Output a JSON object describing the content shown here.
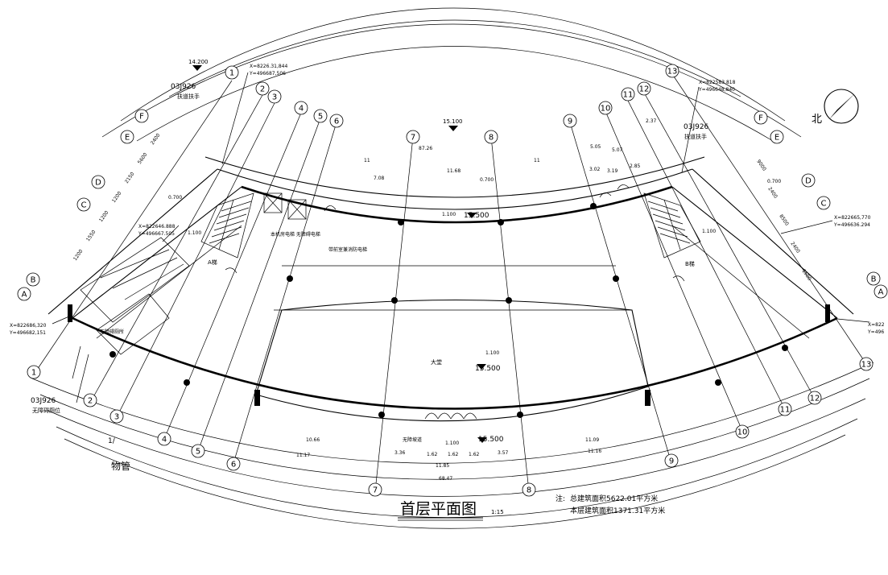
{
  "drawing": {
    "title": "首层平面图",
    "scale": "1:15",
    "note_label": "注:",
    "note_total_area": "总建筑面积5622.01平方米",
    "note_floor_area": "本层建筑面积1371.31平方米",
    "north_label": "北",
    "corner_text_1": "1/",
    "corner_text_2": "物管"
  },
  "elevations": {
    "top_left": "14.200",
    "top_center": "15.100",
    "center_floor": "15.500",
    "hall_floor": "15.500",
    "bottom_center": "15.500"
  },
  "level_marks": [
    "0.700",
    "1.100",
    "0.700",
    "1.100",
    "0.700",
    "1.100",
    "1.100",
    "1.100"
  ],
  "references": {
    "left_top_code": "03J926",
    "left_top_label": "扶道扶手",
    "right_top_code": "03J926",
    "right_top_label": "扶道扶手",
    "left_bottom_code": "03J926",
    "left_bottom_label": "无障碍厕位"
  },
  "rooms": {
    "lobby": "大堂",
    "stair_a": "A梯",
    "stair_b": "B梯",
    "elevator_note": "本机房电梯\n无障碍电梯",
    "firefighter_elevator": "带前室兼消防电梯",
    "ramp": "无障坡道",
    "toilet_f": "无障碍厕所"
  },
  "coordinates": {
    "top_left": [
      "X=8226.31,844",
      "Y=496687,506"
    ],
    "left_mid": [
      "X=822646.888",
      "Y=496667.505"
    ],
    "left_low": [
      "X=822686,320",
      "Y=496682,151"
    ],
    "top_right": [
      "X=822583.818",
      "Y=496648,840"
    ],
    "right_mid": [
      "X=822665,770",
      "Y=496636.294"
    ],
    "right_low": [
      "X=822",
      "Y=496"
    ]
  },
  "axes": {
    "number_top": [
      "1",
      "2",
      "3",
      "4",
      "5",
      "6",
      "7",
      "8",
      "9",
      "10",
      "11",
      "12",
      "13"
    ],
    "number_bottom": [
      "1",
      "2",
      "3",
      "4",
      "5",
      "6",
      "7",
      "8",
      "9",
      "10",
      "11",
      "12",
      "13"
    ],
    "letters_left": [
      "A",
      "B",
      "C",
      "D",
      "E",
      "F"
    ],
    "letters_right": [
      "A",
      "B",
      "C",
      "D",
      "E",
      "F"
    ]
  },
  "dimensions": {
    "top_total": "87.26",
    "top_sub": [
      "11.68",
      "7.08",
      "11",
      "11",
      "5.05",
      "5.07",
      "3.02",
      "3.19",
      "2.85",
      "2.37"
    ],
    "bottom_total": "68.47",
    "bottom_sub": [
      "10.66",
      "11.17",
      "11.85",
      "11.09",
      "11.16",
      "3.36",
      "1.62",
      "1.62",
      "1.62",
      "3.57"
    ],
    "left_stack": [
      "2400",
      "5600",
      "2150",
      "1200",
      "1200",
      "1550",
      "1200"
    ],
    "right_stack": [
      "9000",
      "2400",
      "8500",
      "2400",
      "1500"
    ]
  }
}
